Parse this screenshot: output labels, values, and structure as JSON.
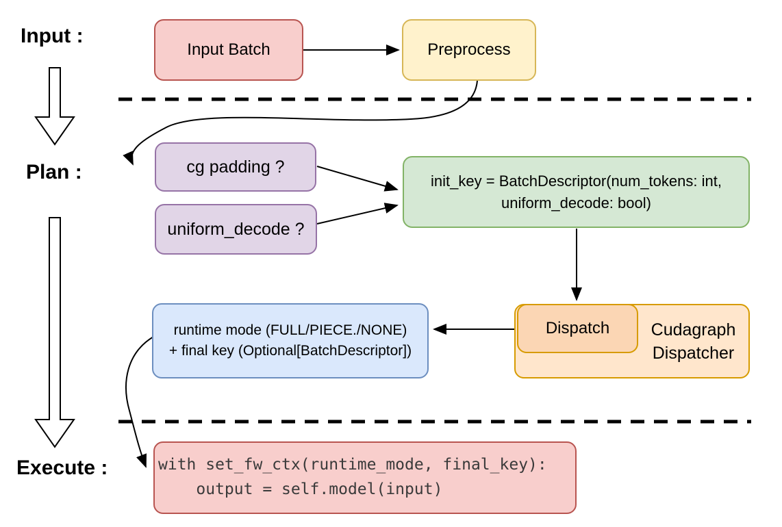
{
  "stage_labels": {
    "input": "Input :",
    "plan": "Plan :",
    "execute": "Execute :"
  },
  "nodes": {
    "input_batch": {
      "label": "Input Batch",
      "fill": "#f8cecc",
      "stroke": "#b85450"
    },
    "preprocess": {
      "label": "Preprocess",
      "fill": "#fff2cc",
      "stroke": "#d6b656"
    },
    "cg_padding": {
      "label": "cg padding ?",
      "fill": "#e1d5e7",
      "stroke": "#9673a6"
    },
    "uniform_decode": {
      "label": "uniform_decode ?",
      "fill": "#e1d5e7",
      "stroke": "#9673a6"
    },
    "init_key": {
      "line1": "init_key = BatchDescriptor(num_tokens: int,",
      "line2": "uniform_decode: bool)",
      "fill": "#d5e8d4",
      "stroke": "#82b366"
    },
    "runtime_result": {
      "line1": "runtime mode (FULL/PIECE./NONE)",
      "line2": "+ final key (Optional[BatchDescriptor])",
      "fill": "#dae8fc",
      "stroke": "#6c8ebf"
    },
    "dispatch": {
      "label": "Dispatch",
      "fill": "#fbd6b4",
      "stroke": "#d79b00"
    },
    "cudagraph_dispatcher": {
      "label": "Cudagraph Dispatcher",
      "fill": "#ffe6cc",
      "stroke": "#d79b00"
    },
    "execute_code": {
      "line1": "with set_fw_ctx(runtime_mode, final_key):",
      "line2": "    output = self.model(input)",
      "fill": "#f8cecc",
      "stroke": "#b85450"
    }
  },
  "connector_color": "#000000"
}
